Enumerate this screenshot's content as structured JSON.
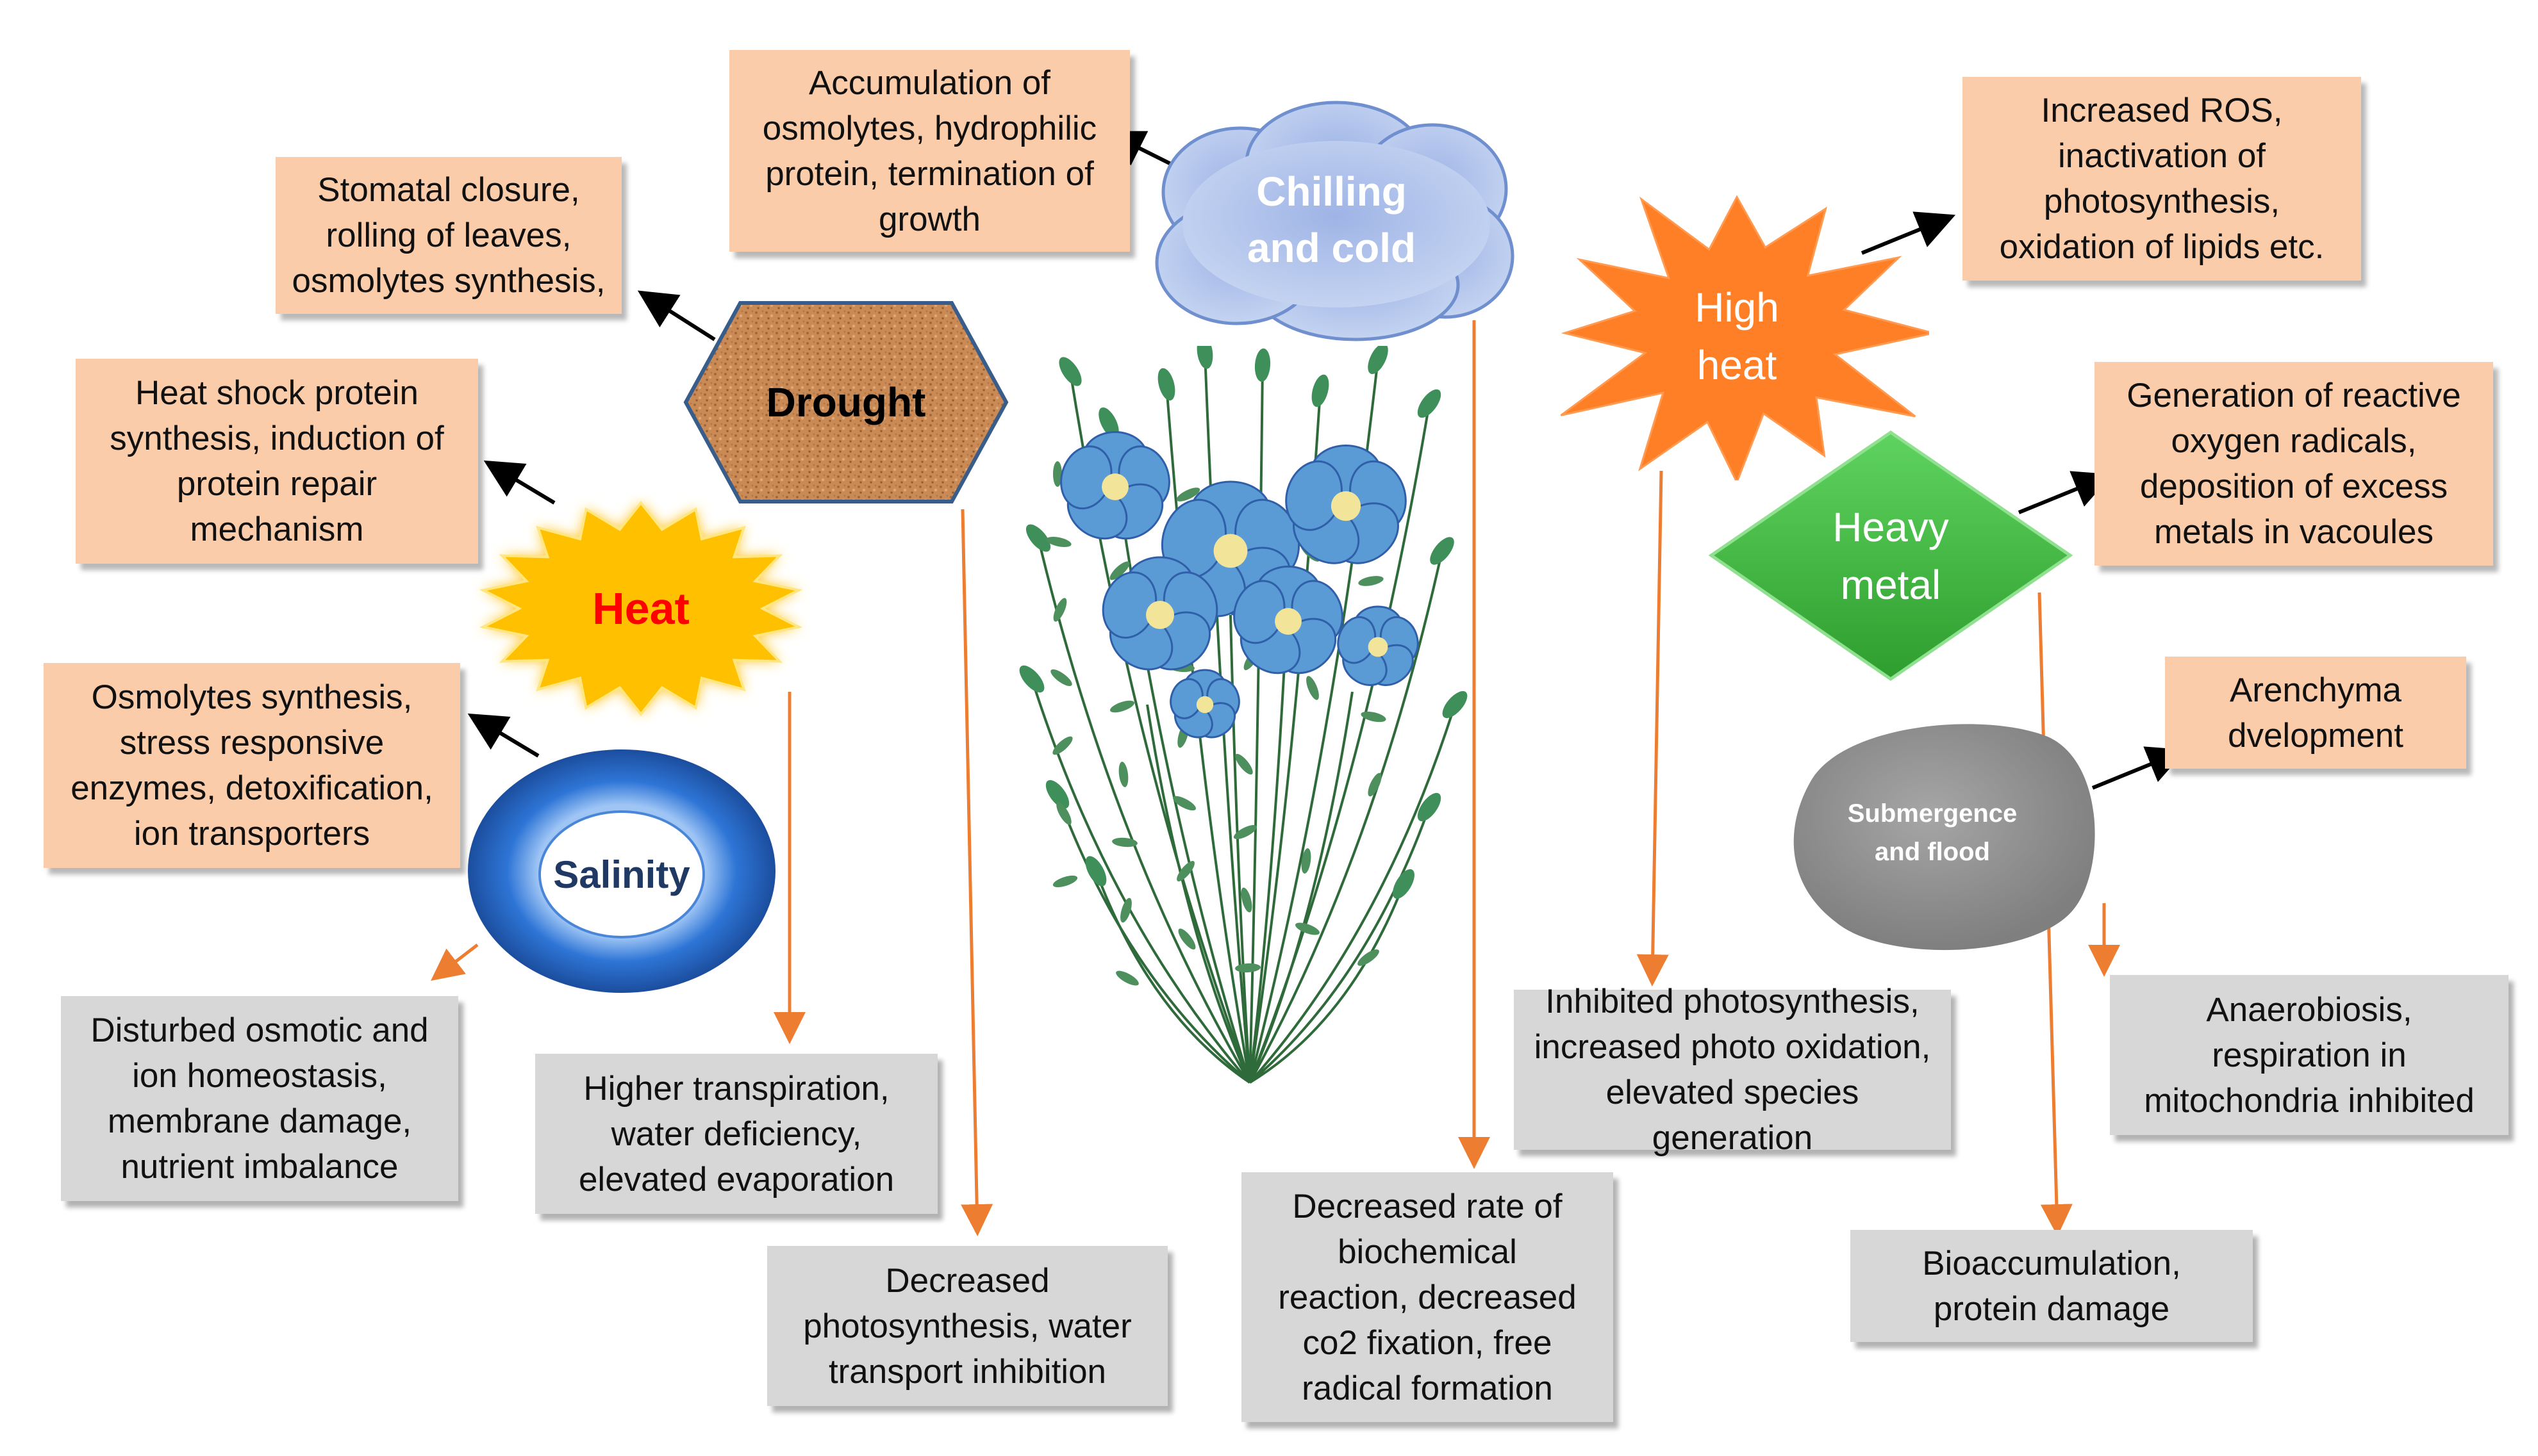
{
  "stressors": {
    "drought": "Drought",
    "heat": "Heat",
    "salinity": "Salinity",
    "chilling": "Chilling\nand cold",
    "high_heat": "High\nheat",
    "heavy_metal": "Heavy\nmetal",
    "submergence": "Submergence\nand flood"
  },
  "responses": {
    "drought": "Stomatal closure,\nrolling of leaves,\nosmolytes synthesis,",
    "heat": "Heat shock protein\nsynthesis, induction of\nprotein repair\nmechanism",
    "salinity": "Osmolytes synthesis,\nstress responsive\nenzymes, detoxification,\nion transporters",
    "chilling": "Accumulation of\nosmolytes, hydrophilic\nprotein, termination of\ngrowth",
    "high_heat": "Increased ROS,\ninactivation of\nphotosynthesis,\noxidation of lipids etc.",
    "heavy_metal": "Generation of reactive\noxygen radicals,\ndeposition of excess\nmetals in vacoules",
    "submergence": "Arenchyma\ndvelopment"
  },
  "effects": {
    "salinity": "Disturbed osmotic and\nion homeostasis,\nmembrane damage,\nnutrient imbalance",
    "heat": "Higher transpiration,\nwater deficiency,\nelevated evaporation",
    "drought": "Decreased\nphotosynthesis, water\ntransport inhibition",
    "chilling": "Decreased rate of\nbiochemical\nreaction, decreased\nco2 fixation, free\nradical formation",
    "high_heat": "Inhibited photosynthesis,\nincreased photo oxidation,\nelevated species generation",
    "heavy_metal": "Bioaccumulation,\nprotein damage",
    "submergence": "Anaerobiosis,\nrespiration in\nmitochondria inhibited"
  },
  "colors": {
    "response_box": "#fbcca9",
    "effect_box": "#d7d7d7",
    "effect_arrow": "#ed7d31",
    "response_arrow": "#000000",
    "drought_fill": "#c98a55",
    "heat_fill": "#ffc000",
    "heat_text": "#ff0000",
    "salinity_ring": "#2e75d6",
    "chilling_fill": "#b4c7e7",
    "high_heat_fill": "#ff7f27",
    "heavy_metal_fill": "#3cb43c",
    "submergence_fill": "#8c8c8c",
    "flower_petal": "#5b9bd5",
    "flower_center": "#f2e59a",
    "stem": "#2f6b3a"
  },
  "icons": [
    "flax-flower-illustration"
  ]
}
